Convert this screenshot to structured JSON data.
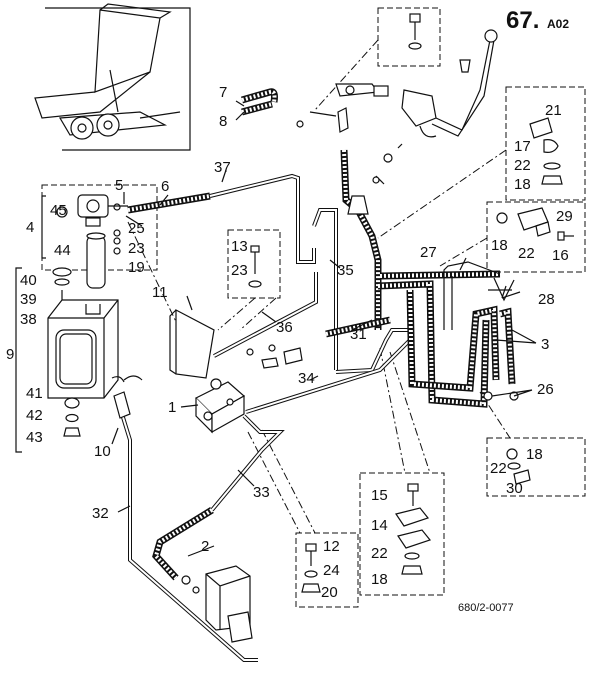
{
  "header": {
    "page_number": "67.",
    "page_suffix": "A02"
  },
  "footer": {
    "drawing_code": "680/2-0077"
  },
  "callouts": {
    "c1": "1",
    "c2": "2",
    "c3": "3",
    "c4": "4",
    "c5": "5",
    "c6": "6",
    "c7": "7",
    "c8": "8",
    "c9": "9",
    "c10": "10",
    "c11": "11",
    "c12": "12",
    "c13": "13",
    "c14": "14",
    "c15": "15",
    "c16": "16",
    "c17": "17",
    "c18a": "18",
    "c18b": "18",
    "c18c": "18",
    "c18d": "18",
    "c19": "19",
    "c20": "20",
    "c21": "21",
    "c22a": "22",
    "c22b": "22",
    "c22c": "22",
    "c22d": "22",
    "c23a": "23",
    "c23b": "23",
    "c24": "24",
    "c25": "25",
    "c26": "26",
    "c27": "27",
    "c28": "28",
    "c29": "29",
    "c30": "30",
    "c31": "31",
    "c32": "32",
    "c33": "33",
    "c34": "34",
    "c35": "35",
    "c36": "36",
    "c37": "37",
    "c38": "38",
    "c39": "39",
    "c40": "40",
    "c41": "41",
    "c42": "42",
    "c43": "43",
    "c44": "44",
    "c45": "45"
  }
}
